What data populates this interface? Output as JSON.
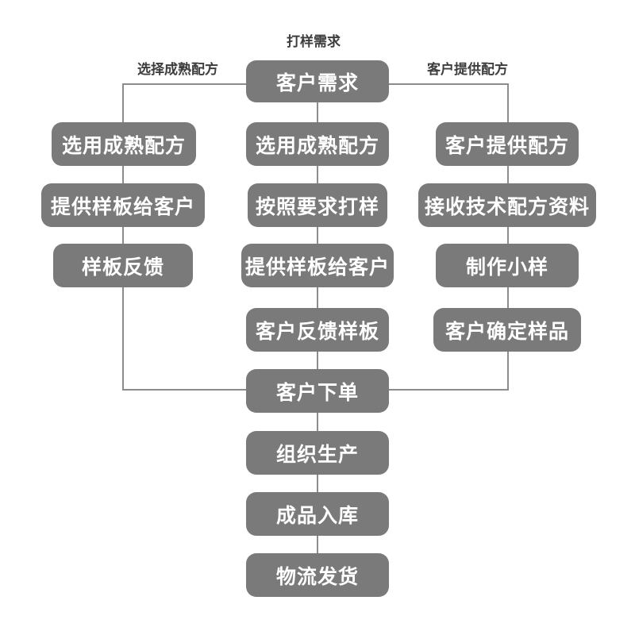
{
  "diagram": {
    "title_label": "打样需求",
    "branch_left_label": "选择成熟配方",
    "branch_right_label": "客户提供配方",
    "nodes": {
      "top": "客户需求",
      "left": [
        "选用成熟配方",
        "提供样板给客户",
        "样板反馈"
      ],
      "middle": [
        "选用成熟配方",
        "按照要求打样",
        "提供样板给客户",
        "客户反馈样板"
      ],
      "right": [
        "客户提供配方",
        "接收技术配方资料",
        "制作小样",
        "客户确定样品"
      ],
      "main": [
        "客户下单",
        "组织生产",
        "成品入库",
        "物流发货"
      ]
    },
    "colors": {
      "node_fill": "#7a7a7a",
      "node_text": "#ffffff",
      "connector": "#8c8c8c",
      "label_text": "#3d3d3d",
      "background": "#ffffff"
    }
  }
}
